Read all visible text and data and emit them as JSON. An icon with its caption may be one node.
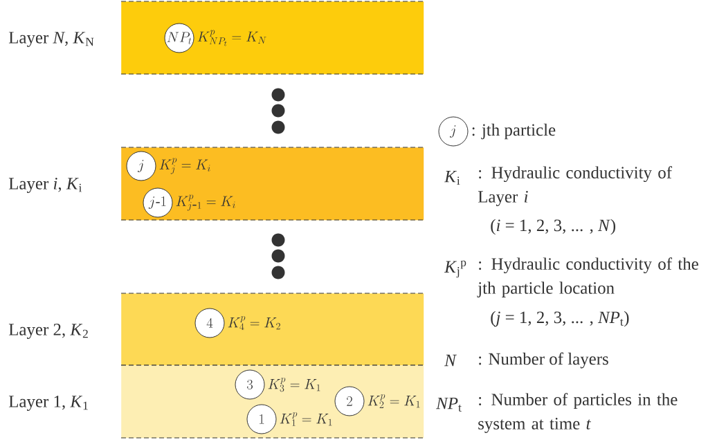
{
  "diagram": {
    "nodes": [
      {
        "text": [
          "Layer *N*, *K*$_{N}$"
        ]
      },
      {
        "text": [
          "NP_t"
        ],
        "in": 0,
        "beside": [
          "K^{p}_{NP_t} = K_N"
        ]
      },
      {
        "text": [
          "Layer *i*, *K*$_{i}$"
        ]
      },
      {
        "text": [
          "j"
        ],
        "in": 2,
        "beside": [
          "K^{p}_{j} = K_i"
        ]
      },
      {
        "text": [
          "j\\textrm{-}1"
        ],
        "in": 2,
        "beside": [
          "K^{p}_{j\\textrm{-}1} = K_i"
        ]
      },
      {
        "text": [
          "Layer 2, *K*$_{2}$"
        ]
      },
      {
        "text": [
          "4"
        ],
        "in": 5,
        "beside": [
          "K^{p}_{4} = K_2"
        ]
      },
      {
        "text": [
          "Layer 1, *K*$_{1}$"
        ]
      },
      {
        "text": [
          "3"
        ],
        "in": 7,
        "beside": [
          "K^{p}_{3} = K_1"
        ]
      },
      {
        "text": [
          "2"
        ],
        "in": 7,
        "beside": [
          "K^{p}_{2} = K_1"
        ]
      },
      {
        "text": [
          "1"
        ],
        "in": 7,
        "beside": [
          "K^{p}_{1} = K_1"
        ]
      },
      {
        "text": [
          "j"
        ],
        "beside": [
          ": jth particle"
        ]
      }
    ],
    "labels": [
      "*K*$_{i}$",
      ": Hydraulic conductivity of Layer *i*",
      "(*i* = 1, 2, 3, ... , *N*)",
      "*K*$_{j}$$^{p}$",
      ": Hydraulic conductivity of the jth particle location",
      "(*j* = 1, 2, 3, ... , *NP*$_{t}$)",
      "*N*",
      ": Number of layers",
      "*NP*$_{t}$",
      ": Number of particles in the system at time *t*"
    ]
  }
}
